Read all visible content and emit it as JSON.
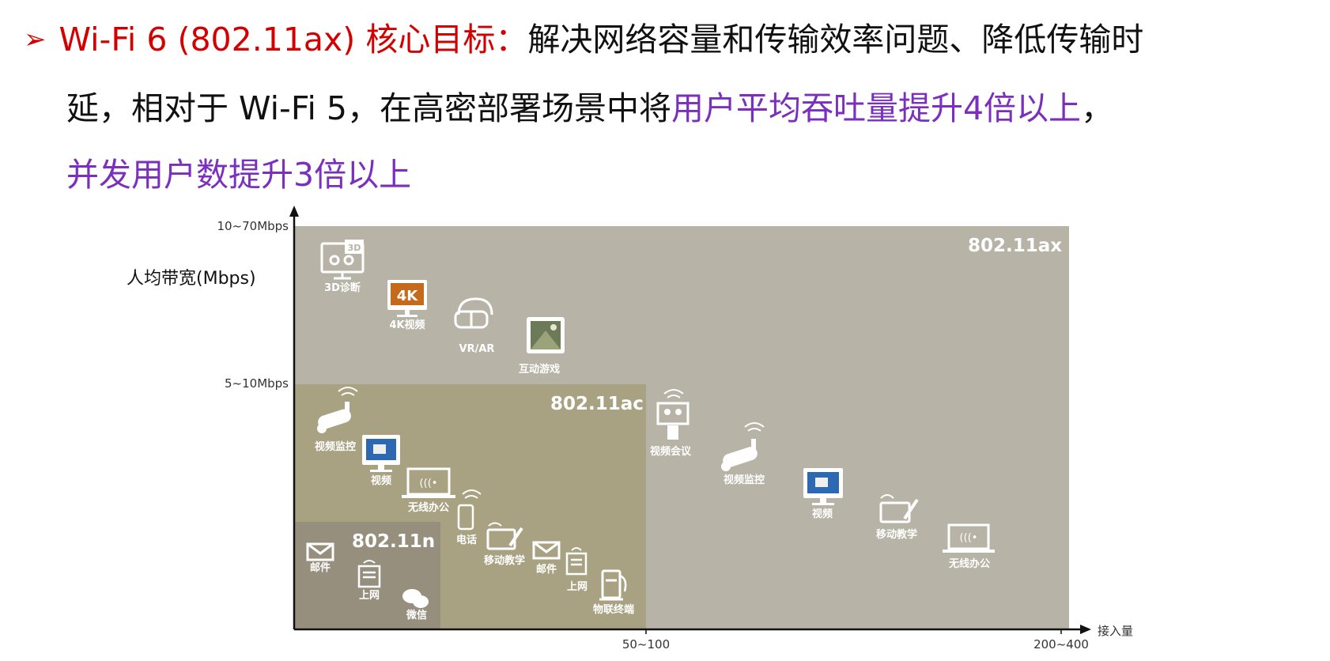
{
  "heading": {
    "bullet": "➢",
    "title_red": "Wi-Fi 6 (802.11ax) 核心目标：",
    "line1_rest": "解决网络容量和传输效率问题、降低传输时",
    "line2_black": "延，相对于 Wi-Fi 5，在高密部署场景中将",
    "line2_purple": "用户平均吞吐量提升4倍以上",
    "line2_comma": "，",
    "line3_purple": "并发用户数提升3倍以上"
  },
  "diagram": {
    "y_axis_title": "人均带宽(Mbps)",
    "y_ticks": [
      "10~70Mbps",
      "5~10Mbps"
    ],
    "x_axis_title": "接入量",
    "x_ticks": [
      "50~100",
      "200~400"
    ],
    "colors": {
      "ax": "#b7b4a7",
      "ac": "#a8a283",
      "n": "#968f7e",
      "icon": "#ffffff"
    },
    "standards": {
      "ax": "802.11ax",
      "ac": "802.11ac",
      "n": "802.11n"
    },
    "icons": [
      {
        "name": "3d-diagnosis",
        "label": "3D诊断",
        "icon": "3d-monitor-icon"
      },
      {
        "name": "4k-video",
        "label": "4K视频",
        "icon": "4k-monitor-icon"
      },
      {
        "name": "vr-ar",
        "label": "VR/AR",
        "icon": "vr-headset-icon"
      },
      {
        "name": "interactive-game",
        "label": "互动游戏",
        "icon": "game-screen-icon"
      },
      {
        "name": "video-surveillance-ac",
        "label": "视频监控",
        "icon": "camera-icon"
      },
      {
        "name": "video-ac",
        "label": "视频",
        "icon": "video-monitor-icon"
      },
      {
        "name": "wireless-office-ac",
        "label": "无线办公",
        "icon": "wireless-laptop-icon"
      },
      {
        "name": "phone",
        "label": "电话",
        "icon": "phone-icon"
      },
      {
        "name": "mobile-teaching-ac",
        "label": "移动教学",
        "icon": "tablet-pen-icon"
      },
      {
        "name": "mail-ac",
        "label": "邮件",
        "icon": "mail-icon"
      },
      {
        "name": "web-ac",
        "label": "上网",
        "icon": "web-page-icon"
      },
      {
        "name": "iot-terminal",
        "label": "物联终端",
        "icon": "iot-station-icon"
      },
      {
        "name": "video-conference",
        "label": "视频会议",
        "icon": "conference-podium-icon"
      },
      {
        "name": "video-surveillance-ax",
        "label": "视频监控",
        "icon": "camera-icon"
      },
      {
        "name": "video-ax",
        "label": "视频",
        "icon": "video-monitor-icon"
      },
      {
        "name": "mobile-teaching-ax",
        "label": "移动教学",
        "icon": "tablet-pen-icon"
      },
      {
        "name": "wireless-office-ax",
        "label": "无线办公",
        "icon": "wireless-laptop-icon"
      },
      {
        "name": "mail-n",
        "label": "邮件",
        "icon": "mail-icon"
      },
      {
        "name": "web-n",
        "label": "上网",
        "icon": "web-page-icon"
      },
      {
        "name": "wechat",
        "label": "微信",
        "icon": "wechat-icon"
      }
    ]
  }
}
